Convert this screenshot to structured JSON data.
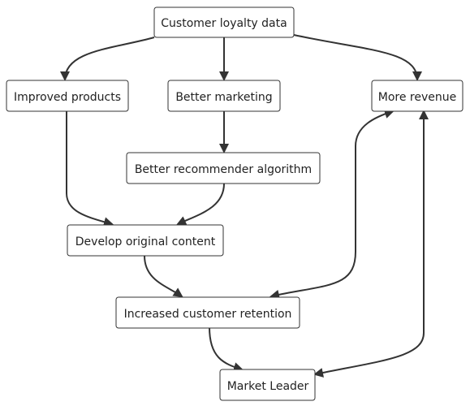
{
  "nodes": [
    {
      "id": "loyalty",
      "label": "Customer loyalty data"
    },
    {
      "id": "products",
      "label": "Improved products"
    },
    {
      "id": "marketing",
      "label": "Better marketing"
    },
    {
      "id": "revenue",
      "label": "More revenue"
    },
    {
      "id": "recommender",
      "label": "Better recommender algorithm"
    },
    {
      "id": "content",
      "label": "Develop original content"
    },
    {
      "id": "retention",
      "label": "Increased customer retention"
    },
    {
      "id": "leader",
      "label": "Market Leader"
    }
  ],
  "edges": [
    {
      "from": "loyalty",
      "to": "products",
      "bidirectional": false
    },
    {
      "from": "loyalty",
      "to": "marketing",
      "bidirectional": false
    },
    {
      "from": "loyalty",
      "to": "revenue",
      "bidirectional": false
    },
    {
      "from": "marketing",
      "to": "recommender",
      "bidirectional": false
    },
    {
      "from": "products",
      "to": "content",
      "bidirectional": false
    },
    {
      "from": "recommender",
      "to": "content",
      "bidirectional": false
    },
    {
      "from": "content",
      "to": "retention",
      "bidirectional": false
    },
    {
      "from": "retention",
      "to": "revenue",
      "bidirectional": true
    },
    {
      "from": "retention",
      "to": "leader",
      "bidirectional": false
    },
    {
      "from": "leader",
      "to": "revenue",
      "bidirectional": true
    }
  ]
}
